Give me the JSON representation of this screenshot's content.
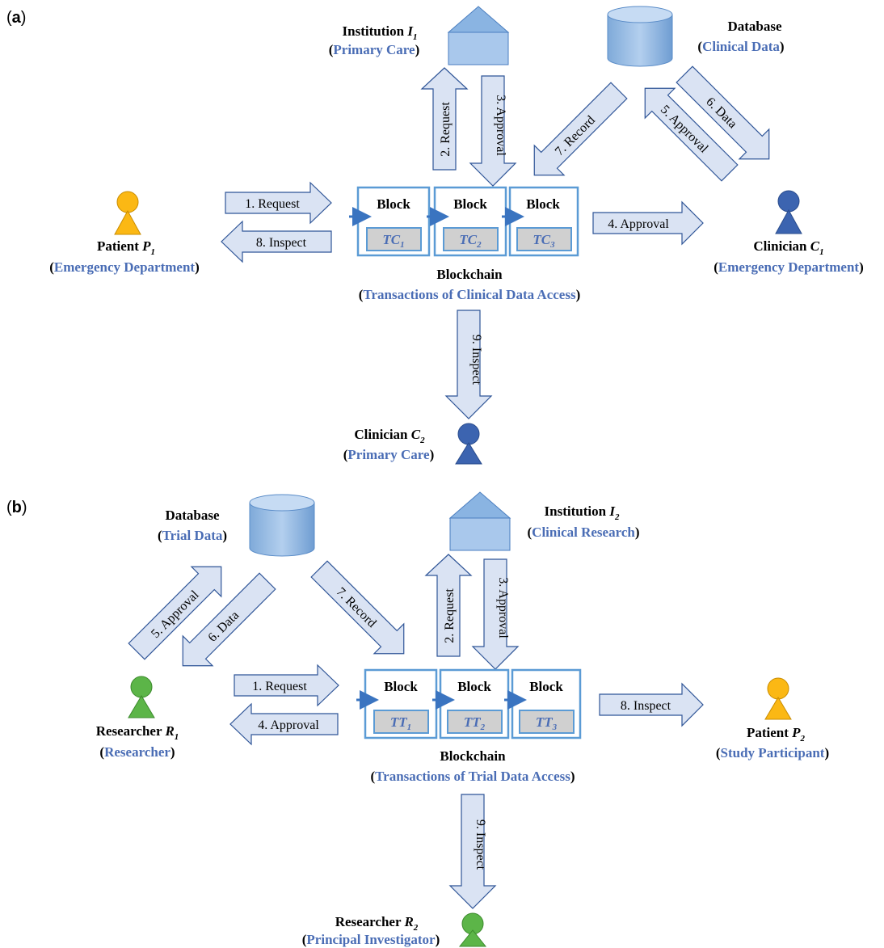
{
  "panels": [
    {
      "id": "a",
      "panel_label": "(a)",
      "institution": {
        "name_prefix": "Institution ",
        "symbol": "I",
        "sub": "1",
        "role": "Primary Care"
      },
      "database": {
        "name": "Database",
        "role": "Clinical Data"
      },
      "left_actor": {
        "name_prefix": "Patient ",
        "symbol": "P",
        "sub": "1",
        "role": "Emergency Department",
        "color": "#fbb814"
      },
      "right_actor": {
        "name_prefix": "Clinician ",
        "symbol": "C",
        "sub": "1",
        "role": "Emergency Department",
        "color": "#3c64b0"
      },
      "bottom_actor": {
        "name_prefix": "Clinician ",
        "symbol": "C",
        "sub": "2",
        "role": "Primary Care",
        "color": "#3c64b0"
      },
      "blockchain": {
        "name": "Blockchain",
        "role": "Transactions of Clinical Data Access"
      },
      "blocks": [
        {
          "label": "Block",
          "tx": "TC",
          "sub": "1"
        },
        {
          "label": "Block",
          "tx": "TC",
          "sub": "2"
        },
        {
          "label": "Block",
          "tx": "TC",
          "sub": "3"
        }
      ],
      "arrows": {
        "request_left": "1. Request",
        "request_up": "2. Request",
        "approval_down": "3. Approval",
        "approval_right": "4. Approval",
        "approval_db": "5. Approval",
        "data_db": "6. Data",
        "record_db": "7. Record",
        "inspect_left": "8. Inspect",
        "inspect_down": "9. Inspect"
      }
    },
    {
      "id": "b",
      "panel_label": "(b)",
      "institution": {
        "name_prefix": "Institution ",
        "symbol": "I",
        "sub": "2",
        "role": "Clinical Research"
      },
      "database": {
        "name": "Database",
        "role": "Trial Data"
      },
      "left_actor": {
        "name_prefix": "Researcher ",
        "symbol": "R",
        "sub": "1",
        "role": "Researcher",
        "color": "#5cb548"
      },
      "right_actor": {
        "name_prefix": "Patient ",
        "symbol": "P",
        "sub": "2",
        "role": "Study Participant",
        "color": "#fbb814"
      },
      "bottom_actor": {
        "name_prefix": "Researcher ",
        "symbol": "R",
        "sub": "2",
        "role": "Principal Investigator",
        "color": "#5cb548"
      },
      "blockchain": {
        "name": "Blockchain",
        "role": "Transactions of Trial Data Access"
      },
      "blocks": [
        {
          "label": "Block",
          "tx": "TT",
          "sub": "1"
        },
        {
          "label": "Block",
          "tx": "TT",
          "sub": "2"
        },
        {
          "label": "Block",
          "tx": "TT",
          "sub": "3"
        }
      ],
      "arrows": {
        "request_left": "1. Request",
        "request_up": "2. Request",
        "approval_down": "3. Approval",
        "approval_left": "4. Approval",
        "approval_db": "5. Approval",
        "data_db": "6. Data",
        "record_db": "7. Record",
        "inspect_right": "8. Inspect",
        "inspect_down": "9. Inspect"
      }
    }
  ],
  "colors": {
    "arrow_fill": "#dae3f3",
    "arrow_stroke": "#2f5597",
    "role_text": "#4a6db5",
    "block_border": "#5b9bd5",
    "tx_fill": "#d0d0d0",
    "tx_text": "#4a6db5",
    "house_fill": "#a9c8ec",
    "db_fill": "#8fb6e0"
  }
}
